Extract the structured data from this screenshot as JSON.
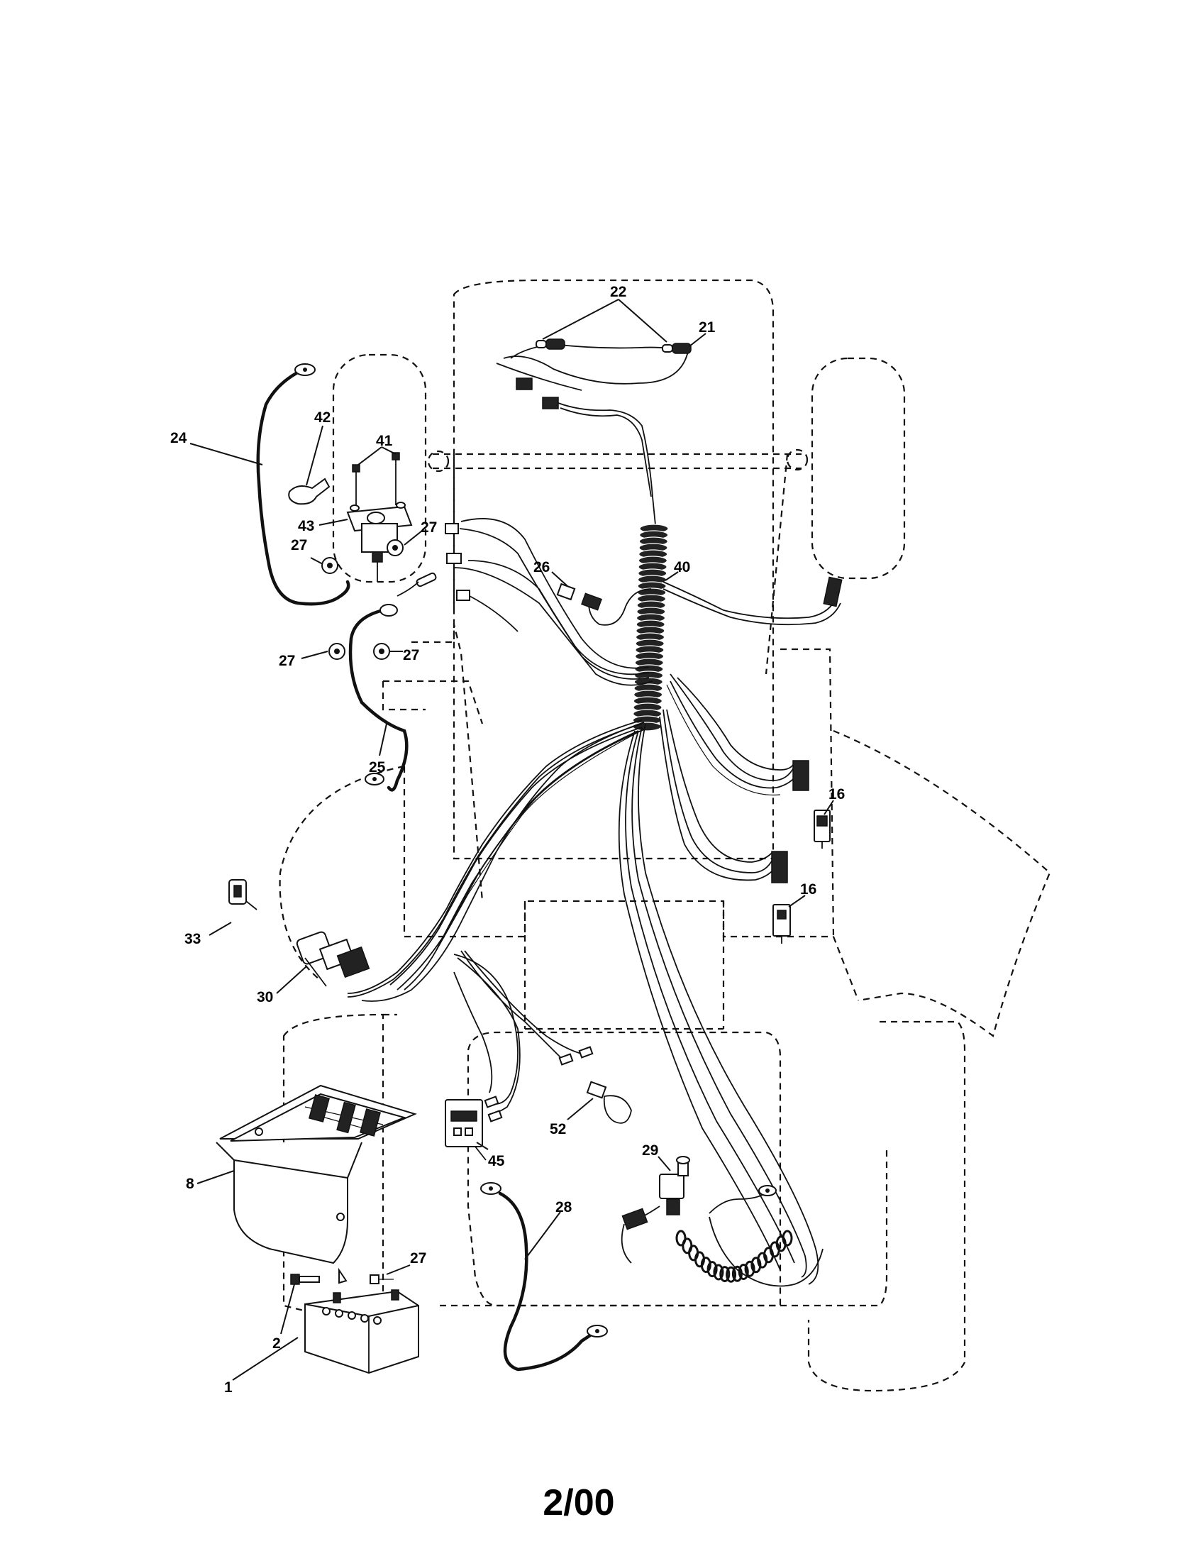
{
  "labels": {
    "p1": "1",
    "p2": "2",
    "p8": "8",
    "p16a": "16",
    "p16b": "16",
    "p21": "21",
    "p22": "22",
    "p24": "24",
    "p25": "25",
    "p26": "26",
    "p27a": "27",
    "p27b": "27",
    "p27c": "27",
    "p27d": "27",
    "p27e": "27",
    "p28": "28",
    "p29": "29",
    "p30": "30",
    "p33": "33",
    "p40": "40",
    "p41": "41",
    "p42": "42",
    "p43": "43",
    "p45": "45",
    "p52": "52"
  },
  "footer": "2/00"
}
